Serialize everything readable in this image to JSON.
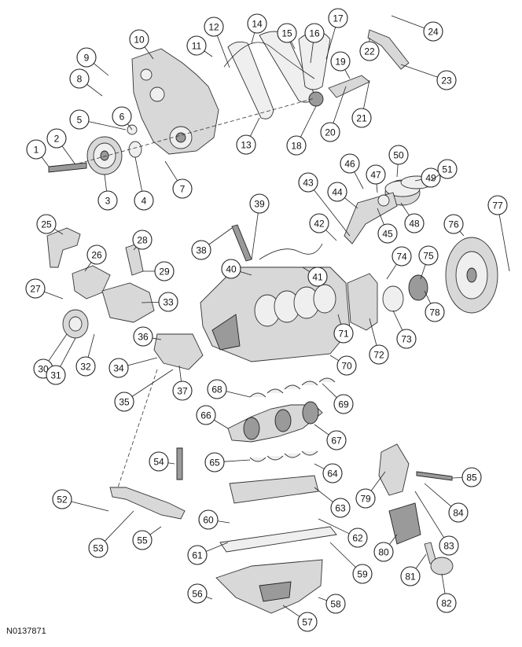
{
  "diagram": {
    "reference_code": "N0137871",
    "callouts": [
      "1",
      "2",
      "3",
      "4",
      "5",
      "6",
      "7",
      "8",
      "9",
      "10",
      "11",
      "12",
      "13",
      "14",
      "15",
      "16",
      "17",
      "18",
      "19",
      "20",
      "21",
      "22",
      "23",
      "24",
      "25",
      "26",
      "27",
      "28",
      "29",
      "30",
      "31",
      "32",
      "33",
      "34",
      "35",
      "36",
      "37",
      "38",
      "39",
      "40",
      "41",
      "42",
      "43",
      "44",
      "45",
      "46",
      "47",
      "48",
      "49",
      "50",
      "51",
      "52",
      "53",
      "54",
      "55",
      "56",
      "57",
      "58",
      "59",
      "60",
      "61",
      "62",
      "63",
      "64",
      "65",
      "66",
      "67",
      "68",
      "69",
      "70",
      "71",
      "72",
      "73",
      "74",
      "75",
      "76",
      "77",
      "78",
      "79",
      "80",
      "81",
      "82",
      "83",
      "84",
      "85"
    ]
  }
}
